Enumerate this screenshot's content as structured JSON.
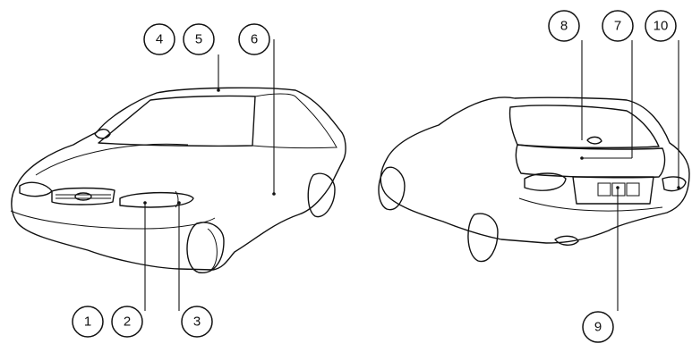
{
  "callouts": {
    "c1": "1",
    "c2": "2",
    "c3": "3",
    "c4": "4",
    "c5": "5",
    "c6": "6",
    "c7": "7",
    "c8": "8",
    "c9": "9",
    "c10": "10"
  },
  "front_car": {
    "badge_text": ""
  },
  "rear_car": {
    "plate_text": ""
  }
}
